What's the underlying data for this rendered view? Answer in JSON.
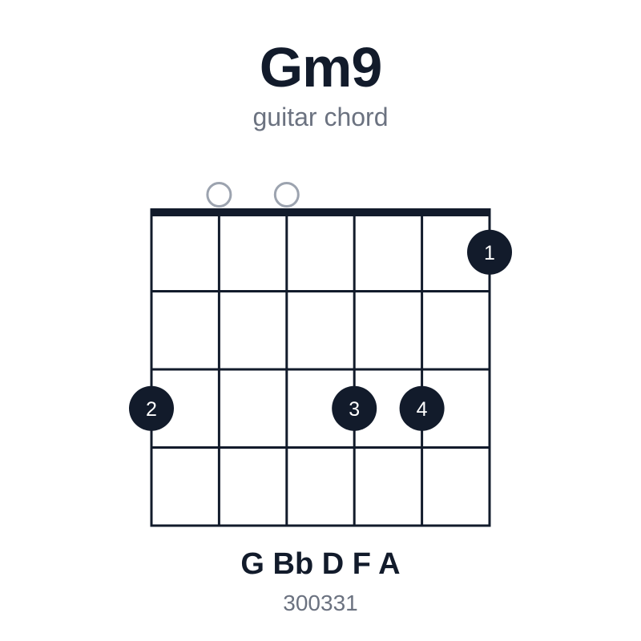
{
  "chord": {
    "name": "Gm9",
    "subtitle": "guitar chord",
    "notes": "G Bb D F A",
    "code": "300331"
  },
  "fretboard": {
    "strings": 6,
    "frets": 4,
    "open_strings": [
      2,
      3
    ],
    "fingers": [
      {
        "string": 6,
        "fret": 1,
        "label": "1"
      },
      {
        "string": 1,
        "fret": 3,
        "label": "2"
      },
      {
        "string": 4,
        "fret": 3,
        "label": "3"
      },
      {
        "string": 5,
        "fret": 3,
        "label": "4"
      }
    ]
  },
  "colors": {
    "ink": "#121b2b",
    "muted": "#6b7280",
    "open_marker": "#9ca3af",
    "finger_text": "#ffffff"
  }
}
